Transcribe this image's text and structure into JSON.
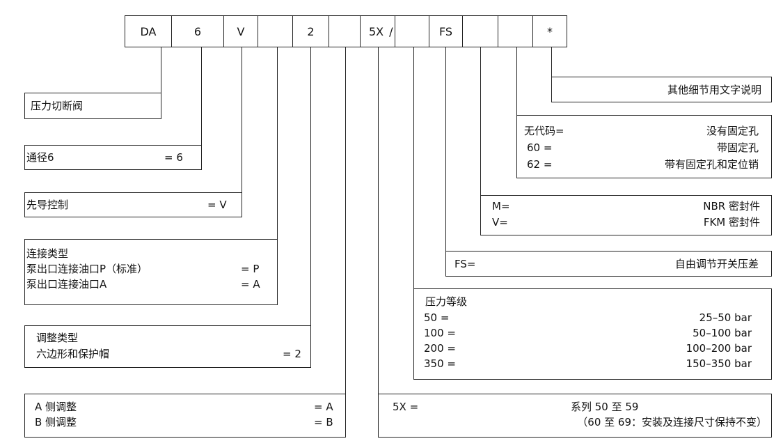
{
  "code": [
    "DA",
    "6",
    "V",
    "",
    "2",
    "",
    "5X",
    "",
    "FS",
    "",
    "",
    "*"
  ],
  "slash": "/",
  "boxes": {
    "b1": {
      "title": "压力切断阀"
    },
    "b2": {
      "label": "通径6",
      "value": "= 6"
    },
    "b3": {
      "label": "先导控制",
      "value": "= V"
    },
    "b4": {
      "title": "连接类型",
      "l1": "泵出口连接油口P（标准）",
      "v1": "= P",
      "l2": "泵出口连接油口A",
      "v2": "= A"
    },
    "b5": {
      "title": "调整类型",
      "l1": "六边形和保护帽",
      "v1": "= 2"
    },
    "b6": {
      "l1": "A 侧调整",
      "v1": "= A",
      "l2": "B 侧调整",
      "v2": "= B"
    },
    "b7": {
      "title": "其他细节用文字说明"
    },
    "b8": {
      "k1": "无代码=",
      "v1": "没有固定孔",
      "k2": "60 =",
      "v2": "带固定孔",
      "k3": "62 =",
      "v3": "带有固定孔和定位销"
    },
    "b9": {
      "k1": "M=",
      "v1": "NBR 密封件",
      "k2": "V=",
      "v2": "FKM 密封件"
    },
    "b10": {
      "k1": "FS=",
      "v1": "自由调节开关压差"
    },
    "b11": {
      "title": "压力等级",
      "k1": "50  =",
      "v1": "25–50 bar",
      "k2": "100 =",
      "v2": "50–100 bar",
      "k3": "200 =",
      "v3": "100–200 bar",
      "k4": "350 =",
      "v4": "150–350 bar"
    },
    "b12": {
      "k1": "5X =",
      "v1": "系列 50 至 59",
      "v2": "（60 至 69：安装及连接尺寸保持不变）"
    }
  }
}
